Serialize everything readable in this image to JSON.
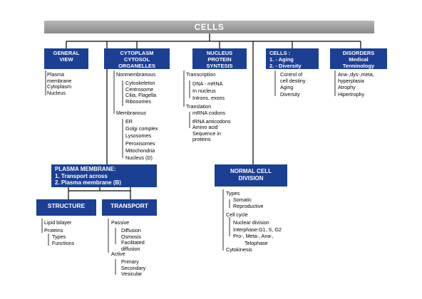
{
  "title": "CELLS",
  "general_view": {
    "header": [
      "GENERAL",
      "VIEW"
    ],
    "items": [
      "Plasma",
      "membrane",
      "Cytoplasm",
      "Nucleus"
    ]
  },
  "cytoplasm": {
    "header": [
      "CYTOPLASM",
      "CYTOSOL",
      "ORGANELLES"
    ],
    "nonmembranous": "Nonmembranous",
    "nonmembranous_items": [
      "Cytoskeleton",
      "Centrosome",
      "Cilia, Flagella",
      "Ribosomes"
    ],
    "membranous": "Membranous",
    "membranous_items": [
      "ER",
      "Golgi complex",
      "Lysosomes",
      "Peroxisomes",
      "Mitochondria",
      "Nucleus (D)"
    ]
  },
  "nucleus": {
    "header": [
      "NUCLEUS",
      "PROTEIN",
      "SYNTESIS"
    ],
    "transcription": "Transcription",
    "transcription_items": [
      "DNA - mRNA",
      "In nucleus",
      "Introns, exons"
    ],
    "translation": "Translation",
    "translation_items": [
      "mRNA codons",
      "tRNA anticodons",
      "Amino acid",
      "Sequence in",
      "proteins"
    ]
  },
  "cells_aging": {
    "header": [
      "CELLS :",
      "1. - Aging",
      "2. - Diversity"
    ],
    "items": [
      "Control of",
      "cell destiny",
      "Aging",
      "Diversity"
    ]
  },
  "disorders": {
    "header": [
      "DISORDERS",
      "Medical",
      "Terminology"
    ],
    "items": [
      "Ana-,dys-,meta,",
      "hyperplasia",
      "Atrophy",
      "Hipertrophy"
    ]
  },
  "plasma_membrane": {
    "header": [
      "PLASMA MEMBRANE:",
      "1.  Transport across",
      "2. Plasma membrane (B)"
    ]
  },
  "structure": {
    "header": "STRUCTURE",
    "lipid": "Lipid bilayer",
    "proteins": "Proteins",
    "protein_items": [
      "Types",
      "Functions"
    ]
  },
  "transport": {
    "header": "TRANSPORT",
    "passive": "Passive",
    "passive_items": [
      "Diffusion",
      "Osmosis",
      "Facilitated",
      "diffusion"
    ],
    "active": "Active",
    "active_items": [
      "Primary",
      "Secondary",
      "Vesicular"
    ]
  },
  "normal_cell_division": {
    "header": [
      "NORMAL CELL",
      "DIVISION"
    ],
    "types": "Types",
    "type_items": [
      "Somatic",
      "Reproductive"
    ],
    "cycle": "Cell cycle",
    "cycle_items": [
      "Nuclear division",
      "Interphase:G1, S, G2",
      "Pro-, Meta-, Ana-,",
      "Telophase"
    ],
    "cytokinesis": "Cytokinesis"
  },
  "colors": {
    "box": "#1b3f93",
    "title_bar": "#9a9a9a"
  }
}
